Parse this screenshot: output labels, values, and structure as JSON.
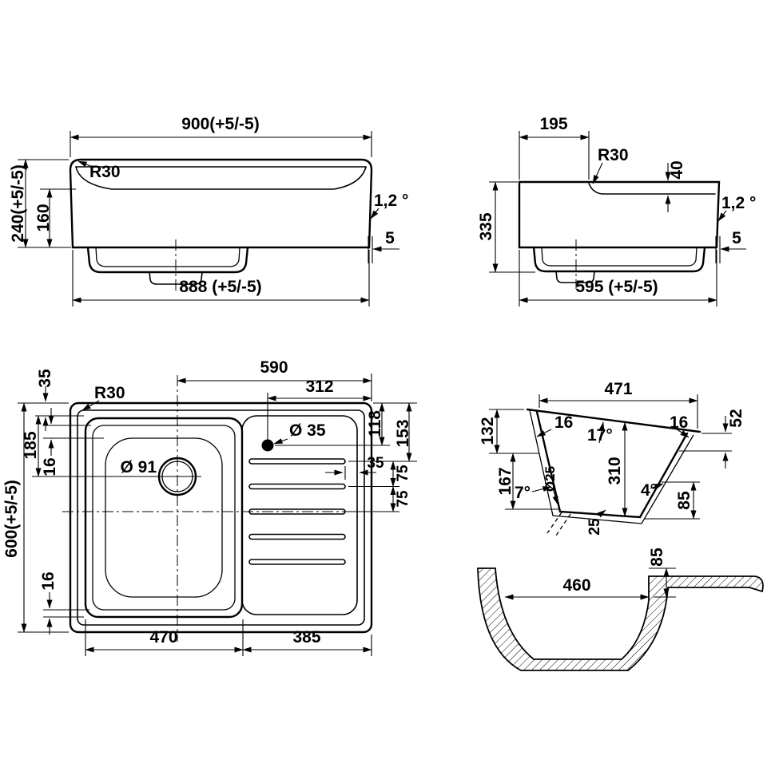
{
  "style": {
    "line_color": "#000000",
    "background": "#ffffff"
  },
  "views": {
    "front": {
      "w_top": "900(+5/-5)",
      "r": "R30",
      "h_total": "240(+5/-5)",
      "h_inner": "160",
      "angle": "1,2 °",
      "edge": "5",
      "w_bottom": "888 (+5/-5)"
    },
    "side": {
      "w_ledge": "195",
      "r": "R30",
      "step": "40",
      "h_total": "335",
      "angle": "1,2 °",
      "edge": "5",
      "w_bottom": "595 (+5/-5)"
    },
    "plan": {
      "w_590": "590",
      "w_312": "312",
      "m35_left": "35",
      "r": "R30",
      "m185": "185",
      "m16_top": "16",
      "hole_small": "Ø 35",
      "m118": "118",
      "m153": "153",
      "m35_right": "35",
      "m75_a": "75",
      "m75_b": "75",
      "hole_main": "Ø 91",
      "h_total": "600(+5/-5)",
      "m16_bottom": "16",
      "w_470": "470",
      "w_385": "385"
    },
    "section_a": {
      "w_471": "471",
      "m132": "132",
      "m16_left": "16",
      "a17": "17°",
      "m16_right": "16",
      "m52": "52",
      "m167": "167",
      "a7": "7°",
      "hole": "Ø25",
      "m310": "310",
      "a4": "4°",
      "m85": "85",
      "m25": "25"
    },
    "section_b": {
      "m85": "85",
      "w_460": "460"
    }
  }
}
